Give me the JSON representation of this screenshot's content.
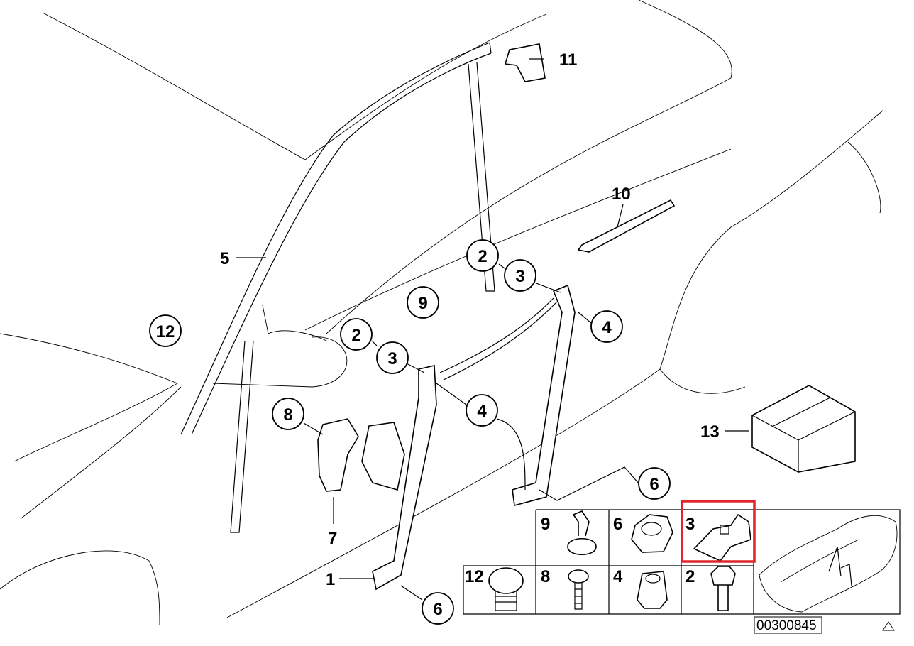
{
  "diagram": {
    "callouts": {
      "c11": "11",
      "c10": "10",
      "c5": "5",
      "c12": "12",
      "c9": "9",
      "c2a": "2",
      "c3a": "3",
      "c4a": "4",
      "c2b": "2",
      "c3b": "3",
      "c4b": "4",
      "c8": "8",
      "c7": "7",
      "c1": "1",
      "c6a": "6",
      "c6b": "6",
      "c13": "13"
    },
    "parts_table": {
      "top_row": [
        "9",
        "6",
        "3"
      ],
      "bottom_row": [
        "12",
        "8",
        "4",
        "2"
      ],
      "highlighted_part": "3",
      "highlight_color": "#e0252b"
    },
    "document_id": "00300845"
  }
}
